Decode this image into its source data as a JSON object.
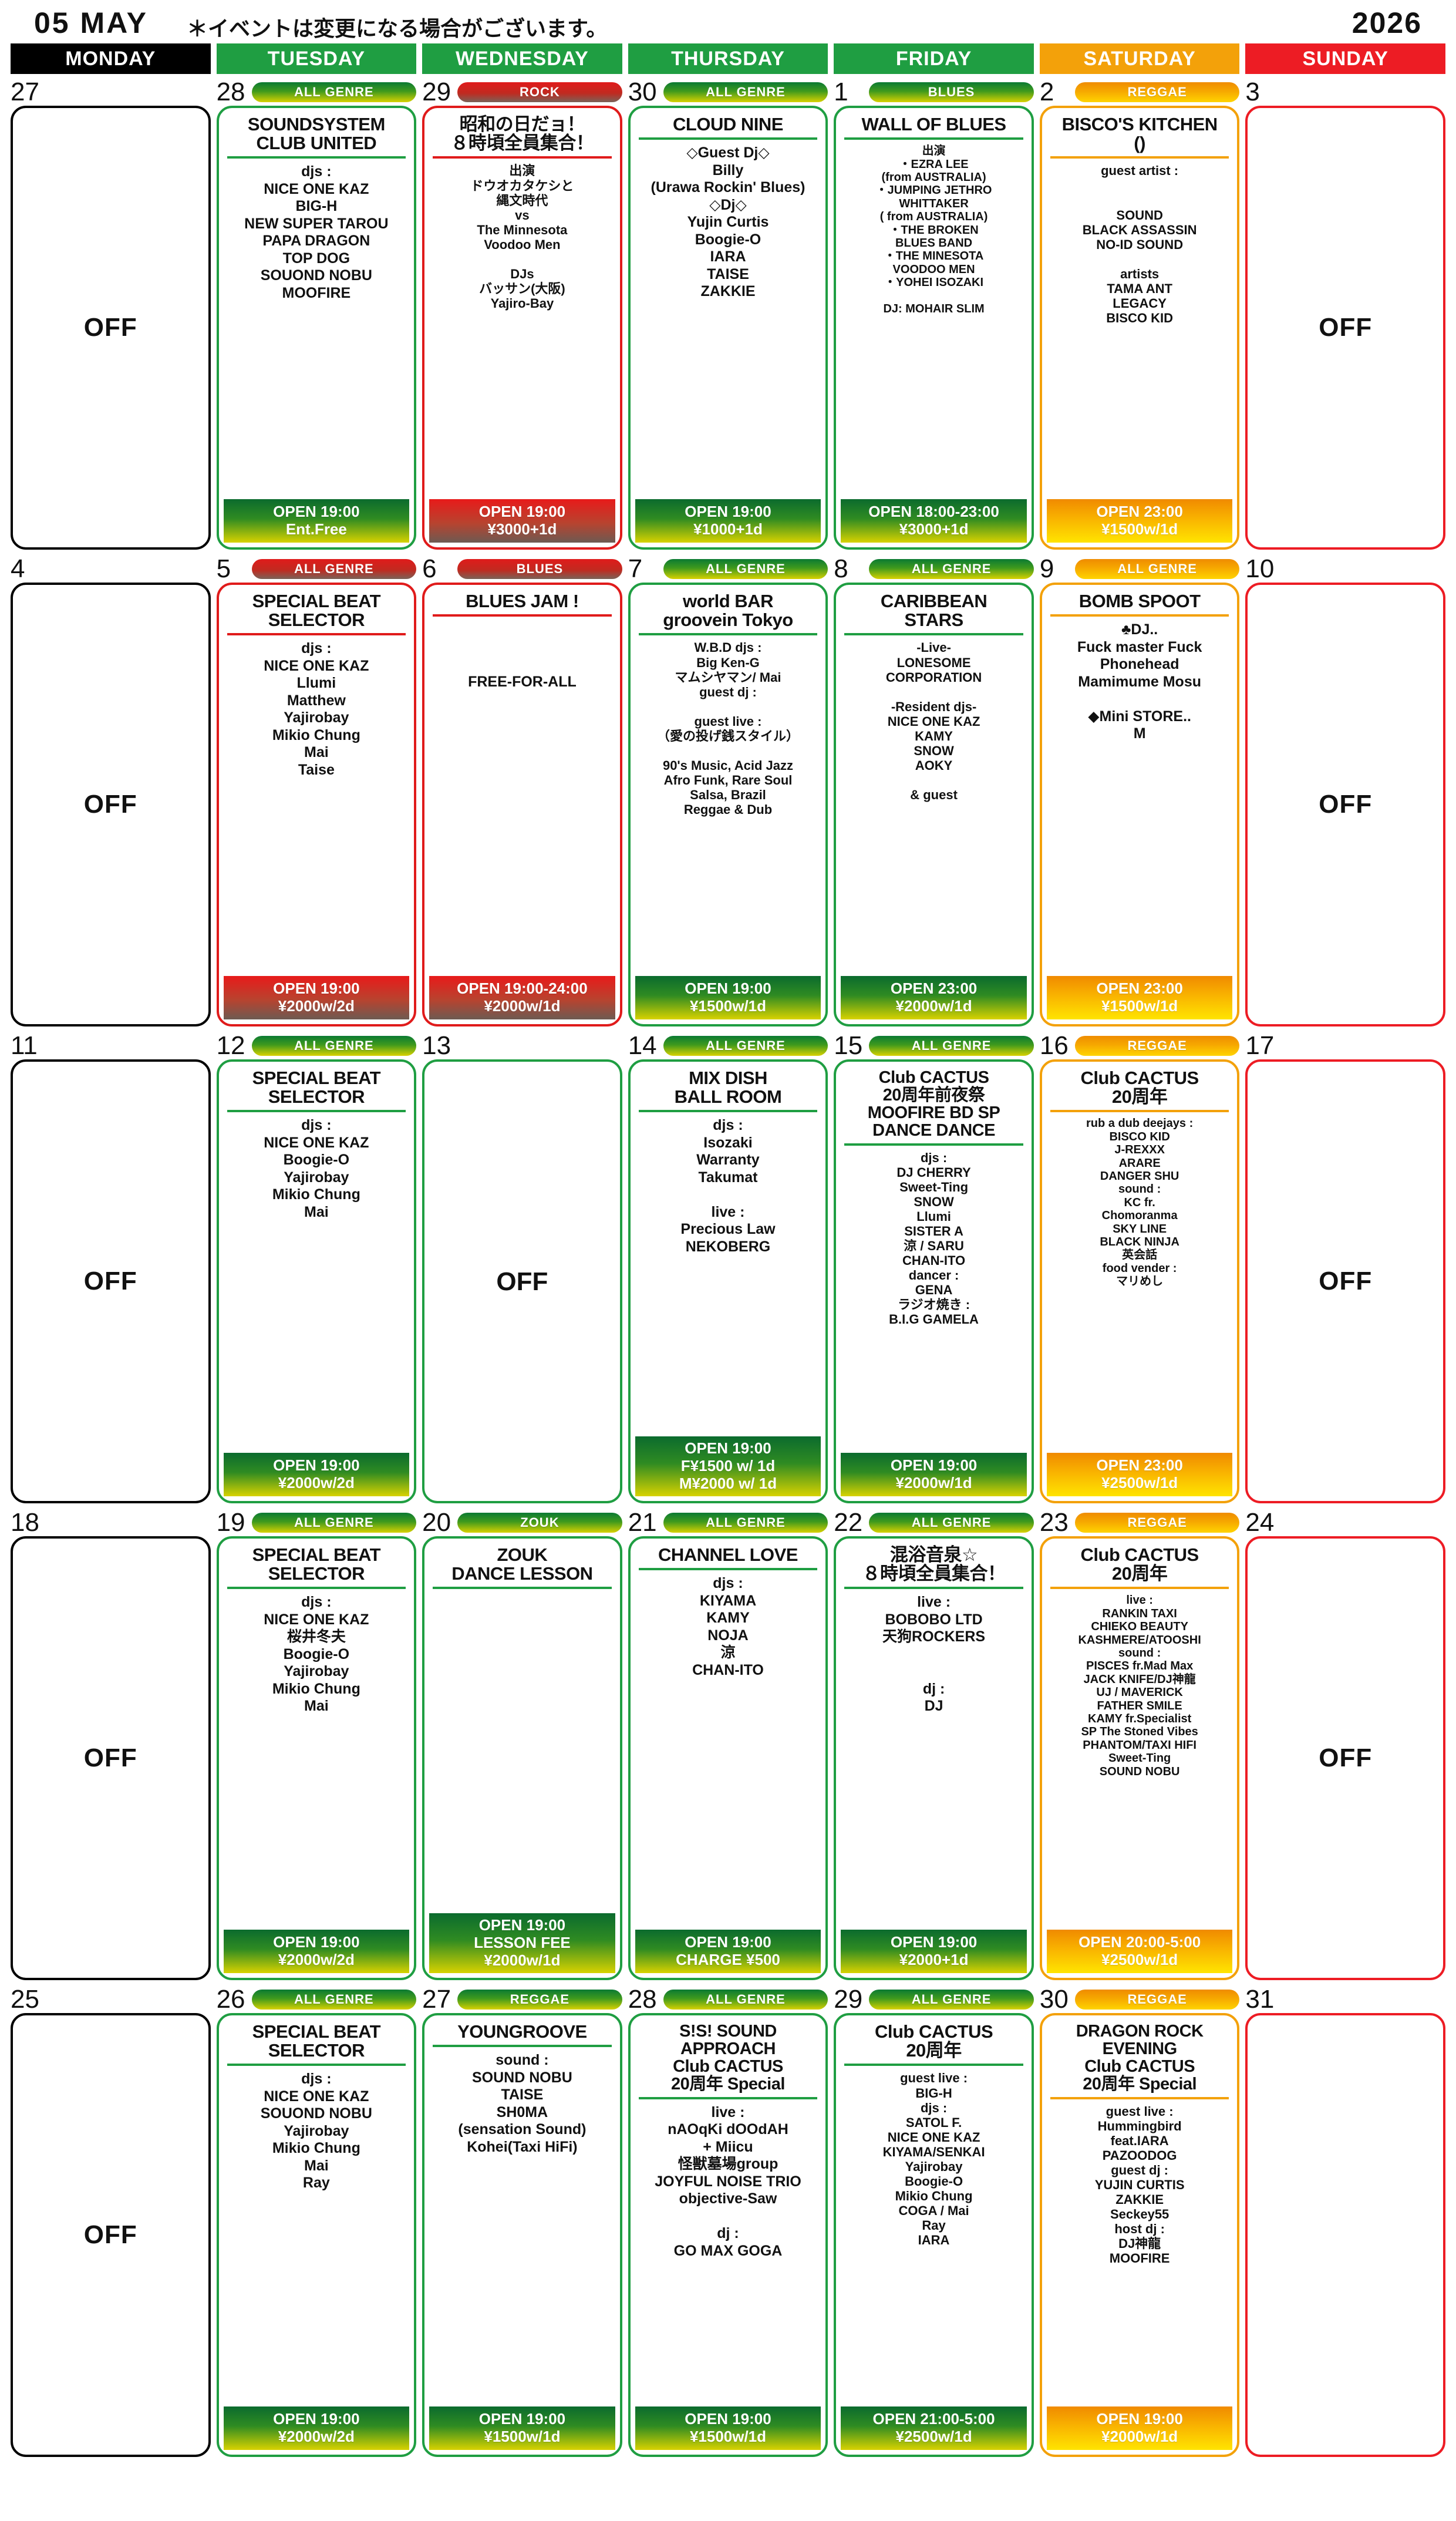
{
  "header": {
    "month": "05  MAY",
    "notice": "＊イベントは変更になる場合がございます。",
    "year": "2026"
  },
  "weekdays": [
    {
      "label": "MONDAY",
      "color": "#000000"
    },
    {
      "label": "TUESDAY",
      "color": "#1f9e42"
    },
    {
      "label": "WEDNESDAY",
      "color": "#1f9e42"
    },
    {
      "label": "THURSDAY",
      "color": "#1f9e42"
    },
    {
      "label": "FRIDAY",
      "color": "#1f9e42"
    },
    {
      "label": "SATURDAY",
      "color": "#F3A10A"
    },
    {
      "label": "SUNDAY",
      "color": "#ED1C24"
    }
  ],
  "weeks": [
    {
      "days": [
        {
          "num": "27",
          "genre": "",
          "off": true,
          "off_label": "OFF",
          "border": "black"
        },
        {
          "num": "28",
          "genre": "ALL GENRE",
          "badge_style": "g-green",
          "border": "green",
          "title": "SOUNDSYSTEM\nCLUB UNITED",
          "body": "djs :\nNICE ONE KAZ\nBIG-H\nNEW SUPER TAROU\nPAPA DRAGON\nTOP DOG\nSOUOND NOBU\nMOOFIRE",
          "open": "OPEN 19:00\nEnt.Free",
          "open_style": "o-green"
        },
        {
          "num": "29",
          "genre": "ROCK",
          "badge_style": "g-redsolid",
          "border": "red",
          "title": "昭和の日だョ！\n８時頃全員集合！",
          "body": "出演\nドウオカタケシと\n縄文時代\nvs\nThe Minnesota\nVoodoo Men\n\nDJs\nバッサン(大阪)\nYajiro-Bay",
          "open": "OPEN 19:00\n¥3000+1d",
          "open_style": "o-red"
        },
        {
          "num": "30",
          "genre": "ALL GENRE",
          "badge_style": "g-green",
          "border": "green",
          "title": "CLOUD NINE",
          "body": "◇Guest Dj◇\nBilly\n(Urawa Rockin' Blues)\n◇Dj◇\nYujin Curtis\nBoogie-O\nIARA\nTAISE\nZAKKIE",
          "open": "OPEN 19:00\n¥1000+1d",
          "open_style": "o-green"
        },
        {
          "num": "1",
          "genre": "BLUES",
          "badge_style": "g-green",
          "border": "green",
          "title": "WALL OF BLUES",
          "body": "出演\n・EZRA LEE\n(from AUSTRALIA)\n・JUMPING JETHRO\nWHITTAKER\n( from AUSTRALIA)\n・THE BROKEN\nBLUES BAND\n・THE MINESOTA\nVOODOO MEN\n・YOHEI ISOZAKI\n\nDJ: MOHAIR SLIM",
          "open": "OPEN 18:00-23:00\n¥3000+1d",
          "open_style": "o-green"
        },
        {
          "num": "2",
          "genre": "REGGAE",
          "badge_style": "g-orange",
          "border": "orange",
          "title": "BISCO'S KITCHEN\n()",
          "body": "guest artist :\n\n\nSOUND\nBLACK ASSASSIN\nNO-ID SOUND\n\nartists\nTAMA ANT\nLEGACY\nBISCO KID",
          "open": "OPEN 23:00\n¥1500w/1d",
          "open_style": "o-orange"
        },
        {
          "num": "3",
          "genre": "",
          "off": true,
          "off_label": "OFF",
          "border": "sun"
        }
      ]
    },
    {
      "days": [
        {
          "num": "4",
          "genre": "",
          "off": true,
          "off_label": "OFF",
          "border": "black"
        },
        {
          "num": "5",
          "genre": "ALL GENRE",
          "badge_style": "g-redsolid",
          "border": "red",
          "title": "SPECIAL BEAT\nSELECTOR",
          "body": "djs :\nNICE ONE KAZ\nLlumi\nMatthew\nYajirobay\nMikio Chung\nMai\nTaise",
          "open": "OPEN 19:00\n¥2000w/2d",
          "open_style": "o-red"
        },
        {
          "num": "6",
          "genre": "BLUES",
          "badge_style": "g-redsolid",
          "border": "red",
          "title": "BLUES JAM !",
          "body": "\n\n\nFREE-FOR-ALL",
          "open": "OPEN 19:00-24:00\n¥2000w/1d",
          "open_style": "o-red"
        },
        {
          "num": "7",
          "genre": "ALL GENRE",
          "badge_style": "g-green",
          "border": "green",
          "title": "world BAR\ngroovein Tokyo",
          "body": "W.B.D  djs :\nBig Ken-G\nマムシヤマン/ Mai\nguest dj :\n\nguest live :\n（愛の投げ銭スタイル）\n\n90's Music, Acid Jazz\nAfro Funk, Rare Soul\nSalsa, Brazil\nReggae & Dub",
          "open": "OPEN 19:00\n¥1500w/1d",
          "open_style": "o-green"
        },
        {
          "num": "8",
          "genre": "ALL GENRE",
          "badge_style": "g-green",
          "border": "green",
          "title": "CARIBBEAN\nSTARS",
          "body": "-Live-\nLONESOME\nCORPORATION\n\n-Resident djs-\nNICE ONE KAZ\nKAMY\nSNOW\nAOKY\n\n& guest",
          "open": "OPEN 23:00\n¥2000w/1d",
          "open_style": "o-green"
        },
        {
          "num": "9",
          "genre": "ALL GENRE",
          "badge_style": "g-orange",
          "border": "orange",
          "title": "BOMB SPOOT",
          "body": "♣DJ..\nFuck master Fuck\nPhonehead\nMamimume Mosu\n\n◆Mini STORE..\nM",
          "open": "OPEN 23:00\n¥1500w/1d",
          "open_style": "o-orange"
        },
        {
          "num": "10",
          "genre": "",
          "off": true,
          "off_label": "OFF",
          "border": "sun"
        }
      ]
    },
    {
      "days": [
        {
          "num": "11",
          "genre": "",
          "off": true,
          "off_label": "OFF",
          "border": "black"
        },
        {
          "num": "12",
          "genre": "ALL GENRE",
          "badge_style": "g-green",
          "border": "green",
          "title": "SPECIAL BEAT\nSELECTOR",
          "body": "djs :\nNICE ONE KAZ\nBoogie-O\nYajirobay\nMikio Chung\nMai",
          "open": "OPEN 19:00\n¥2000w/2d",
          "open_style": "o-green"
        },
        {
          "num": "13",
          "genre": "",
          "badge_style": "empty",
          "border": "green",
          "title": "",
          "body": "\n\n\n\nOFF",
          "open": "",
          "open_style": "none",
          "off_style": true
        },
        {
          "num": "14",
          "genre": "ALL GENRE",
          "badge_style": "g-green",
          "border": "green",
          "title": "MIX DISH\nBALL ROOM",
          "body": "djs :\nIsozaki\nWarranty\nTakumat\n\nlive :\nPrecious Law\nNEKOBERG",
          "open": "OPEN 19:00\nF¥1500 w/ 1d\nM¥2000 w/ 1d",
          "open_style": "o-green"
        },
        {
          "num": "15",
          "genre": "ALL GENRE",
          "badge_style": "g-green",
          "border": "green",
          "title": "Club CACTUS\n20周年前夜祭\nMOOFIRE BD SP\nDANCE DANCE",
          "body": "djs :\nDJ CHERRY\nSweet-Ting\nSNOW\nLlumi\nSISTER A\n涼 / SARU\nCHAN-ITO\ndancer :\nGENA\nラジオ焼き :\nB.I.G GAMELA",
          "open": "OPEN 19:00\n¥2000w/1d",
          "open_style": "o-green"
        },
        {
          "num": "16",
          "genre": "REGGAE",
          "badge_style": "g-orange",
          "border": "orange",
          "title": "Club CACTUS\n20周年",
          "body": "rub a dub deejays :\nBISCO KID\nJ-REXXX\nARARE\nDANGER SHU\nsound :\nKC fr.\nChomoranma\nSKY LINE\nBLACK NINJA\n英会話\nfood vender :\nマリめし",
          "open": "OPEN 23:00\n¥2500w/1d",
          "open_style": "o-orange"
        },
        {
          "num": "17",
          "genre": "",
          "off": true,
          "off_label": "OFF",
          "border": "sun"
        }
      ]
    },
    {
      "days": [
        {
          "num": "18",
          "genre": "",
          "off": true,
          "off_label": "OFF",
          "border": "black"
        },
        {
          "num": "19",
          "genre": "ALL GENRE",
          "badge_style": "g-green",
          "border": "green",
          "title": "SPECIAL BEAT\nSELECTOR",
          "body": "djs :\nNICE ONE KAZ\n桜井冬夫\nBoogie-O\nYajirobay\nMikio Chung\nMai",
          "open": "OPEN 19:00\n¥2000w/2d",
          "open_style": "o-green"
        },
        {
          "num": "20",
          "genre": "ZOUK",
          "badge_style": "g-green",
          "border": "green",
          "title": "ZOUK\nDANCE LESSON",
          "body": "",
          "open": "OPEN 19:00\nLESSON FEE\n¥2000w/1d",
          "open_style": "o-green"
        },
        {
          "num": "21",
          "genre": "ALL GENRE",
          "badge_style": "g-green",
          "border": "green",
          "title": "CHANNEL LOVE",
          "body": "djs :\nKIYAMA\nKAMY\nNOJA\n涼\nCHAN-ITO",
          "open": "OPEN 19:00\nCHARGE ¥500",
          "open_style": "o-green"
        },
        {
          "num": "22",
          "genre": "ALL GENRE",
          "badge_style": "g-green",
          "border": "green",
          "title": "混浴音泉☆\n８時頃全員集合！",
          "body": "live :\nBOBOBO LTD\n天狗ROCKERS\n\n\ndj :\nDJ",
          "open": "OPEN 19:00\n¥2000+1d",
          "open_style": "o-green"
        },
        {
          "num": "23",
          "genre": "REGGAE",
          "badge_style": "g-orange",
          "border": "orange",
          "title": "Club CACTUS\n20周年",
          "body": "live :\nRANKIN TAXI\nCHIEKO BEAUTY\nKASHMERE/ATOOSHI\nsound :\nPISCES fr.Mad Max\nJACK KNIFE/DJ神龍\nUJ / MAVERICK\nFATHER SMILE\nKAMY fr.Specialist\nSP The Stoned Vibes\nPHANTOM/TAXI HIFI\nSweet-Ting\nSOUND NOBU",
          "open": "OPEN 20:00-5:00\n¥2500w/1d",
          "open_style": "o-orange"
        },
        {
          "num": "24",
          "genre": "",
          "off": true,
          "off_label": "OFF",
          "border": "sun"
        }
      ]
    },
    {
      "days": [
        {
          "num": "25",
          "genre": "",
          "off": true,
          "off_label": "OFF",
          "border": "black"
        },
        {
          "num": "26",
          "genre": "ALL GENRE",
          "badge_style": "g-green",
          "border": "green",
          "title": "SPECIAL BEAT\nSELECTOR",
          "body": "djs :\nNICE ONE KAZ\nSOUOND NOBU\nYajirobay\nMikio Chung\nMai\nRay",
          "open": "OPEN 19:00\n¥2000w/2d",
          "open_style": "o-green"
        },
        {
          "num": "27",
          "genre": "REGGAE",
          "badge_style": "g-green",
          "border": "green",
          "title": "YOUNGROOVE",
          "body": "sound :\nSOUND NOBU\nTAISE\nSH0MA\n(sensation Sound)\nKohei(Taxi HiFi)",
          "open": "OPEN 19:00\n¥1500w/1d",
          "open_style": "o-green"
        },
        {
          "num": "28",
          "genre": "ALL GENRE",
          "badge_style": "g-green",
          "border": "green",
          "title": "S!S! SOUND\nAPPROACH\nClub CACTUS\n20周年 Special",
          "body": "live :\nnAOqKi dOOdAH\n+ Miicu\n怪獣墓場group\nJOYFUL NOISE TRIO\nobjective-Saw\n\ndj :\nGO MAX GOGA",
          "open": "OPEN 19:00\n¥1500w/1d",
          "open_style": "o-green"
        },
        {
          "num": "29",
          "genre": "ALL GENRE",
          "badge_style": "g-green",
          "border": "green",
          "title": "Club CACTUS\n20周年",
          "body": "guest live :\nBIG-H\ndjs :\nSATOL F.\nNICE ONE KAZ\nKIYAMA/SENKAI\nYajirobay\nBoogie-O\nMikio Chung\nCOGA / Mai\nRay\nIARA",
          "open": "OPEN 21:00-5:00\n¥2500w/1d",
          "open_style": "o-green"
        },
        {
          "num": "30",
          "genre": "REGGAE",
          "badge_style": "g-orange",
          "border": "orange",
          "title": "DRAGON ROCK\nEVENING\nClub CACTUS\n20周年 Special",
          "body": "guest live :\nHummingbird\nfeat.IARA\nPAZOODOG\nguest dj :\nYUJIN CURTIS\nZAKKIE\nSeckey55\nhost dj :\nDJ神龍\nMOOFIRE",
          "open": "OPEN 19:00\n¥2000w/1d",
          "open_style": "o-orange"
        },
        {
          "num": "31",
          "genre": "",
          "off": true,
          "off_label": "",
          "border": "sun"
        }
      ]
    }
  ]
}
